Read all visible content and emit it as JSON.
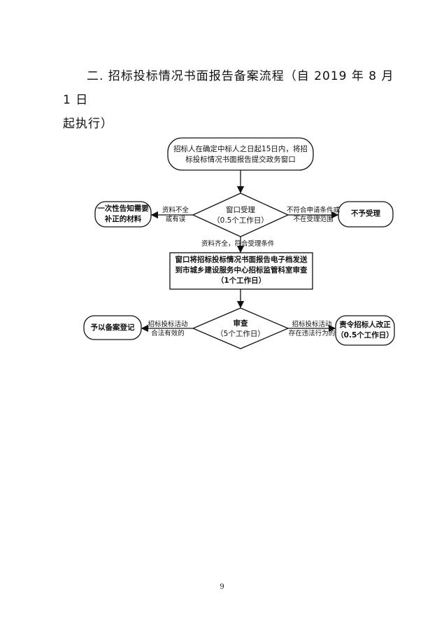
{
  "heading": {
    "line1": "二. 招标投标情况书面报告备案流程（自 2019 年 8 月 1 日",
    "line2": "起执行）"
  },
  "flowchart": {
    "nodes": {
      "start": {
        "line1": "招标人在确定中标人之日起15日内，将招",
        "line2": "标投标情况书面报告提交政务窗口"
      },
      "window_acceptance": {
        "line1": "窗口受理",
        "line2": "（0.5个工作日）"
      },
      "inform_supplement": {
        "line1": "一次性告知需要",
        "line2": "补正的材料"
      },
      "not_accepted": {
        "line1": "不予受理"
      },
      "forward_review": {
        "line1": "窗口将招标投标情况书面报告电子档发送",
        "line2": "到市城乡建设服务中心招标监管科室审查",
        "line3": "（1个工作日）"
      },
      "review": {
        "line1": "审查",
        "line2": "（5个工作日）"
      },
      "record_registration": {
        "line1": "予以备案登记"
      },
      "order_correction": {
        "line1": "责令招标人改正",
        "line2": "（0.5个工作日）"
      }
    },
    "edge_labels": {
      "incomplete": {
        "line1": "资料不全",
        "line2": "或有误"
      },
      "not_meet": {
        "line1": "不符合申请条件或",
        "line2": "不在受理范围"
      },
      "complete": {
        "text": "资料齐全，符合受理条件"
      },
      "legal": {
        "line1": "招标投标活动",
        "line2": "合法有效的"
      },
      "illegal": {
        "line1": "招标投标活动",
        "line2": "存在违法行为的"
      }
    }
  },
  "page_number": "9"
}
